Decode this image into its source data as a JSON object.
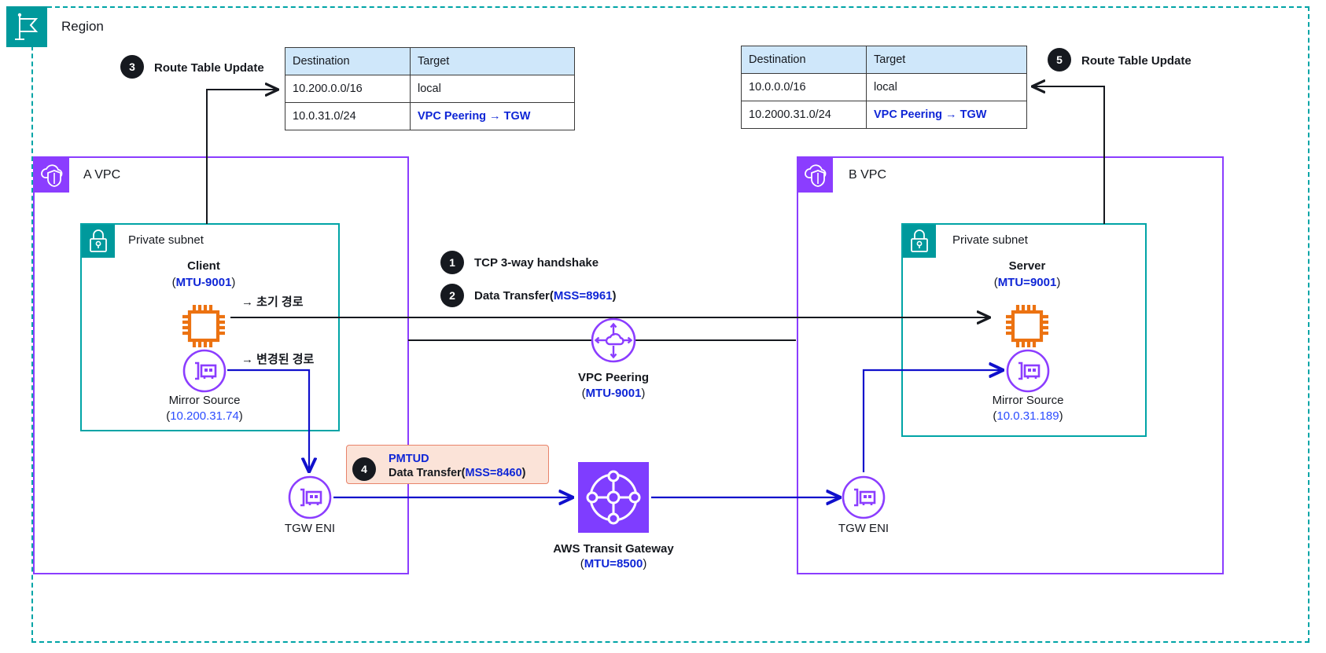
{
  "region": {
    "label": "Region",
    "icon": "region-flag-icon"
  },
  "route_tables": {
    "left": {
      "step_number": "3",
      "step_label": "Route Table Update",
      "headers": [
        "Destination",
        "Target"
      ],
      "rows": [
        {
          "destination": "10.200.0.0/16",
          "target": "local",
          "target_is_link": false
        },
        {
          "destination": "10.0.31.0/24",
          "target": "VPC Peering → TGW",
          "target_is_link": true
        }
      ]
    },
    "right": {
      "step_number": "5",
      "step_label": "Route Table Update",
      "headers": [
        "Destination",
        "Target"
      ],
      "rows": [
        {
          "destination": "10.0.0.0/16",
          "target": "local",
          "target_is_link": false
        },
        {
          "destination": "10.2000.31.0/24",
          "target": "VPC Peering → TGW",
          "target_is_link": true
        }
      ]
    }
  },
  "vpc_a": {
    "label": "A VPC",
    "icon": "vpc-cloud-shield-icon",
    "subnet": {
      "label": "Private subnet",
      "icon": "private-subnet-lock-icon"
    },
    "instance": {
      "title": "Client",
      "sub_prefix": "(",
      "sub_value": "MTU-9001",
      "sub_suffix": ")",
      "icon": "ec2-instance-icon"
    },
    "mirror_source": {
      "title": "Mirror Source",
      "ip_prefix": "(",
      "ip": "10.200.31.74",
      "ip_suffix": ")",
      "icon": "network-interface-icon"
    },
    "tgw_eni": {
      "label": "TGW ENI",
      "icon": "network-interface-icon"
    }
  },
  "vpc_b": {
    "label": "B VPC",
    "icon": "vpc-cloud-shield-icon",
    "subnet": {
      "label": "Private subnet",
      "icon": "private-subnet-lock-icon"
    },
    "instance": {
      "title": "Server",
      "sub_prefix": "(",
      "sub_value": "MTU=9001",
      "sub_suffix": ")",
      "icon": "ec2-instance-icon"
    },
    "mirror_source": {
      "title": "Mirror Source",
      "ip_prefix": "(",
      "ip": "10.0.31.189",
      "ip_suffix": ")",
      "icon": "network-interface-icon"
    },
    "tgw_eni": {
      "label": "TGW ENI",
      "icon": "network-interface-icon"
    }
  },
  "steps": {
    "step1": {
      "number": "1",
      "label": "TCP 3-way handshake"
    },
    "step2": {
      "number": "2",
      "label_prefix": "Data Transfer(",
      "label_value": "MSS=8961",
      "label_suffix": ")"
    },
    "step4": {
      "number": "4",
      "title": "PMTUD",
      "sub_prefix": "Data Transfer(",
      "sub_value": "MSS=8460",
      "sub_suffix": ")"
    }
  },
  "peering": {
    "title": "VPC Peering",
    "sub_prefix": "(",
    "sub_value": "MTU-9001",
    "sub_suffix": ")",
    "icon": "vpc-peering-icon"
  },
  "transit_gateway": {
    "title": "AWS Transit Gateway",
    "sub_prefix": "(",
    "sub_value": "MTU=8500",
    "sub_suffix": ")",
    "icon": "transit-gateway-icon"
  },
  "path_notes": {
    "initial": "→ 초기 경로",
    "changed": "→ 변경된 경로"
  },
  "colors": {
    "teal": "#00999c",
    "purple": "#8b3dff",
    "tgw_purple": "#7f3dff",
    "orange": "#ec7211",
    "blue_link": "#0f26d6",
    "ip_blue": "#2b4cff",
    "header_blue": "#cfe7fa",
    "pmtud_bg": "#fbe3d8",
    "pmtud_border": "#e8836a",
    "black": "#16191f"
  }
}
